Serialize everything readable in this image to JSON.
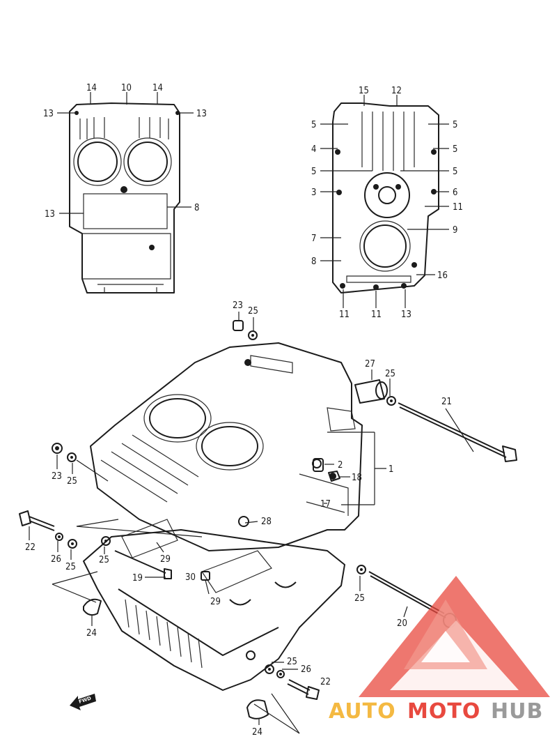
{
  "labels": {
    "l14a": "14",
    "l10": "10",
    "l14b": "14",
    "l13a": "13",
    "l13b": "13",
    "l8": "8",
    "l13c": "13",
    "l15": "15",
    "l12": "12",
    "l5a": "5",
    "l5b": "5",
    "l4": "4",
    "l5c": "5",
    "l5d": "5",
    "l5e": "5",
    "l3": "3",
    "l6": "6",
    "l11a": "11",
    "l7": "7",
    "l9": "9",
    "l8b": "8",
    "l16": "16",
    "l11b": "11",
    "l11c": "11",
    "l13d": "13",
    "l23a": "23",
    "l25a": "25",
    "l27": "27",
    "l25b": "25",
    "l21": "21",
    "l23b": "23",
    "l25c": "25",
    "l2": "2",
    "l1": "1",
    "l18": "18",
    "l17": "17",
    "l28": "28",
    "l22a": "22",
    "l26a": "26",
    "l25d": "25",
    "l25e": "25",
    "l29a": "29",
    "l19": "19",
    "l30": "30",
    "l29b": "29",
    "l25f": "25",
    "l20": "20",
    "l24a": "24",
    "l25g": "25",
    "l26b": "26",
    "l22b": "22",
    "l24b": "24"
  },
  "fwd_label": "FWD",
  "watermark": {
    "auto": "AUTO",
    "moto": "MOTO",
    "hub": "HUB"
  },
  "colors": {
    "ink": "#1b1b1b",
    "logo_red": "#e8493f",
    "logo_pink": "#f29a8f",
    "logo_orange": "#f4b942",
    "logo_gray": "#9a9a9a"
  }
}
